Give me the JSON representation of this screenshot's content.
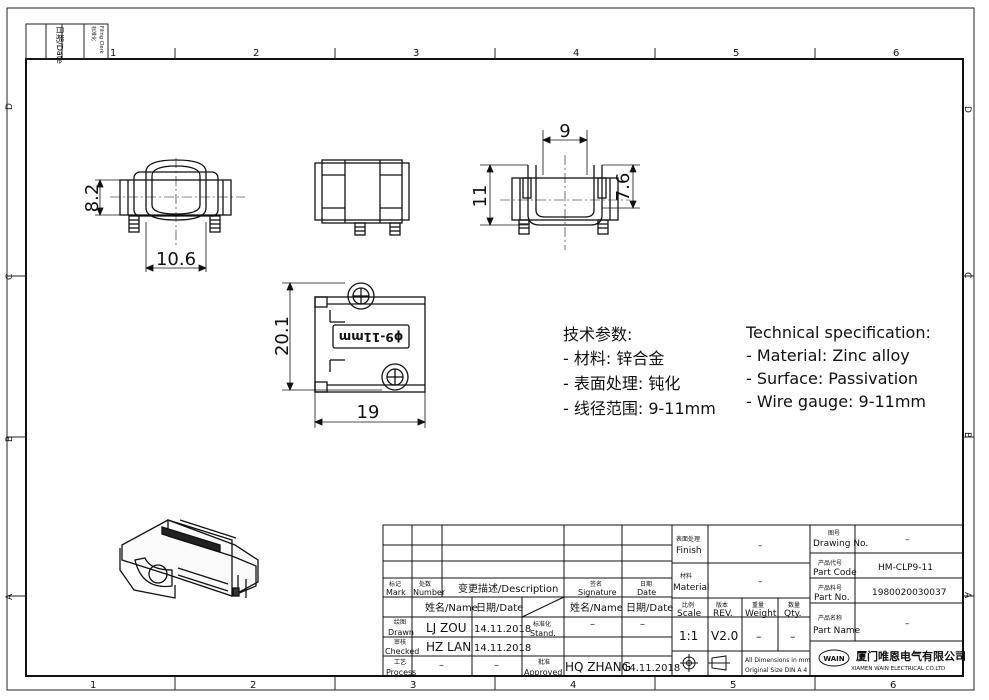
{
  "frame": {
    "top_zones": [
      "1",
      "2",
      "3",
      "4",
      "5",
      "6"
    ],
    "bottom_zones": [
      "1",
      "2",
      "3",
      "4",
      "5",
      "6"
    ],
    "side_zones": [
      "D",
      "C",
      "B",
      "A"
    ],
    "filing_date_label": "日期/Date",
    "filing_clerk_label_cn": "标准化",
    "filing_clerk_label_en": "Filing Clerk"
  },
  "dimensions": {
    "front_height": "8.2",
    "front_width": "10.6",
    "right_top": "9",
    "right_height_outer": "11",
    "right_height_inner": "7.6",
    "top_height": "20.1",
    "top_width": "19",
    "engraving": "ϕ9-11mm"
  },
  "spec_cn": {
    "title": "技术参数:",
    "lines": [
      "- 材料: 锌合金",
      "- 表面处理: 钝化",
      "- 线径范围: 9-11mm"
    ]
  },
  "spec_en": {
    "title": "Technical specification:",
    "lines": [
      "- Material: Zinc alloy",
      "- Surface: Passivation",
      "- Wire gauge: 9-11mm"
    ]
  },
  "title_block": {
    "mark_cn": "标记",
    "mark_en": "Mark",
    "number_cn": "处数",
    "number_en": "Number",
    "desc_label": "变更描述/Description",
    "signature_cn": "签名",
    "signature_en": "Signature",
    "date_cn": "日期",
    "date_en": "Date",
    "name_label": "姓名/Name",
    "date_label": "日期/Date",
    "stand_cn": "标准化",
    "stand_en": "Stand.",
    "name_label2": "姓名/Name",
    "date_label2": "日期/Date",
    "drawn_cn": "绘图",
    "drawn_en": "Drawn",
    "drawn_name": "LJ ZOU",
    "drawn_date": "14.11.2018",
    "checked_cn": "审核",
    "checked_en": "Checked",
    "checked_name": "HZ LAN",
    "checked_date": "14.11.2018",
    "process_cn": "工艺",
    "process_en": "Process",
    "process_name": "–",
    "process_date": "–",
    "approved_cn": "批准",
    "approved_en": "Approved",
    "approved_name": "HQ ZHANG",
    "approved_date": "14.11.2018",
    "stand_value": "–",
    "stand_date": "–",
    "finish_cn": "表面处理",
    "finish_en": "Finish",
    "finish_value": "–",
    "material_cn": "材料",
    "material_en": "Material",
    "material_value": "–",
    "scale_cn": "比例",
    "scale_en": "Scale",
    "scale_value": "1:1",
    "rev_cn": "版本",
    "rev_en": "REV.",
    "rev_value": "V2.0",
    "weight_cn": "重量",
    "weight_en": "Weight",
    "weight_value": "–",
    "qty_cn": "数量",
    "qty_en": "Qty.",
    "qty_value": "–",
    "dims_note_1": "All Dimensions in mm",
    "dims_note_2": "Original Size DIN A 4",
    "drawing_no_cn": "图号",
    "drawing_no_en": "Drawing No.",
    "drawing_no_value": "–",
    "part_code_cn": "产品代号",
    "part_code_en": "Part Code",
    "part_code_value": "HM-CLP9-11",
    "part_no_cn": "产品料号",
    "part_no_en": "Part No.",
    "part_no_value": "1980020030037",
    "part_name_cn": "产品名称",
    "part_name_en": "Part Name",
    "part_name_value": "–",
    "logo_text": "WAIN",
    "company_cn": "厦门唯恩电气有限公司",
    "company_en": "XIAMEN WAIN ELECTRICAL CO.LTD"
  }
}
